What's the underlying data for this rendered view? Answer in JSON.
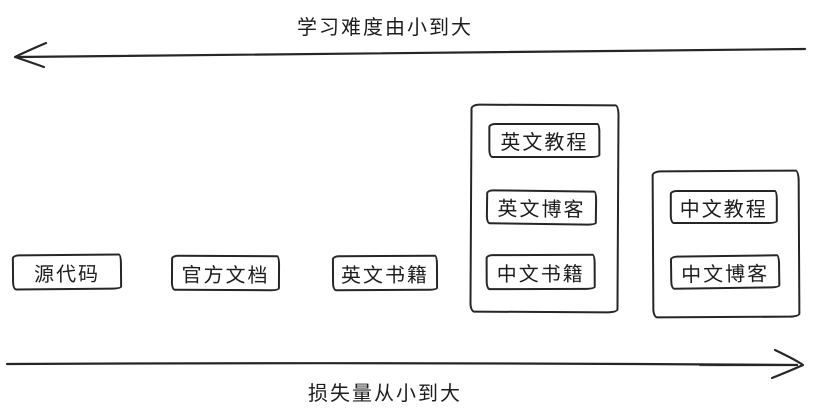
{
  "diagram": {
    "title_context": "learning-resources-tradeoff-diagram",
    "axes": {
      "top": {
        "label": "学习难度由小到大",
        "direction": "left"
      },
      "bottom": {
        "label": "损失量从小到大",
        "direction": "right"
      }
    },
    "standalone_nodes": [
      {
        "label": "源代码"
      },
      {
        "label": "官方文档"
      },
      {
        "label": "英文书籍"
      }
    ],
    "groups": [
      {
        "name": "group-english-and-chinese-books",
        "items": [
          {
            "label": "英文教程"
          },
          {
            "label": "英文博客"
          },
          {
            "label": "中文书籍"
          }
        ]
      },
      {
        "name": "group-chinese-resources",
        "items": [
          {
            "label": "中文教程"
          },
          {
            "label": "中文博客"
          }
        ]
      }
    ],
    "colors": {
      "stroke": "#262626",
      "background": "#ffffff",
      "text": "#1d1d1d"
    }
  }
}
